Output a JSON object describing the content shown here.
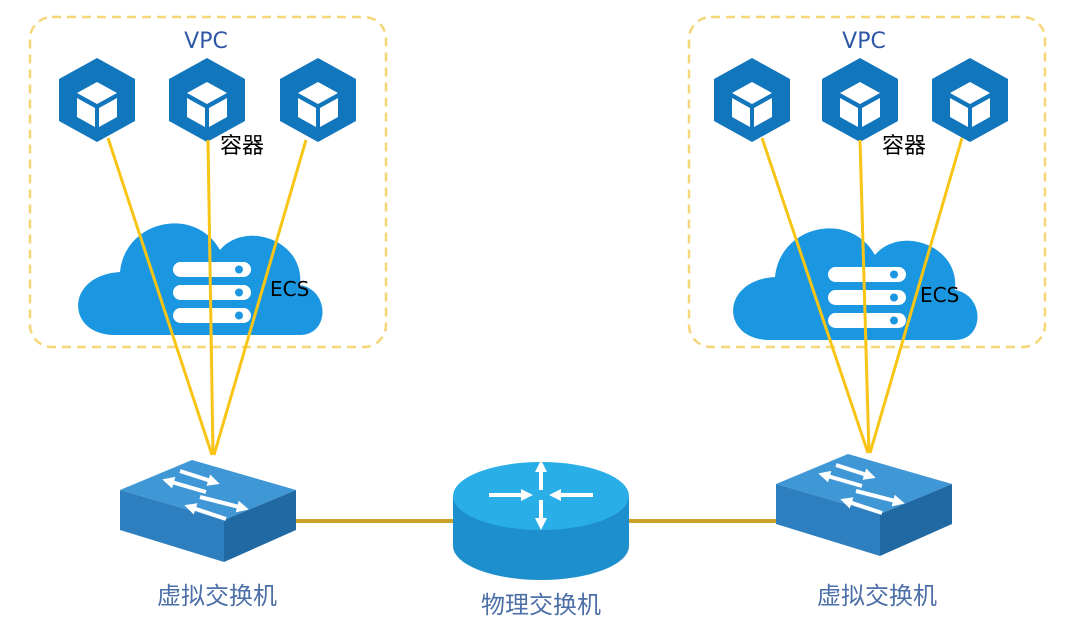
{
  "left_vpc": {
    "title": "VPC",
    "container_label": "容器",
    "ecs_label": "ECS"
  },
  "right_vpc": {
    "title": "VPC",
    "container_label": "容器",
    "ecs_label": "ECS"
  },
  "left_switch": {
    "label": "虚拟交换机"
  },
  "right_switch": {
    "label": "虚拟交换机"
  },
  "router": {
    "label": "物理交换机"
  },
  "colors": {
    "vpc_border": "#f5d77a",
    "hex_blue": "#1276bd",
    "cloud_blue": "#1a97e0",
    "connector_yellow": "#f8c516",
    "link_gold": "#c9a227",
    "switch_top": "#3f97d6",
    "switch_front": "#2e7fbf",
    "switch_side": "#2169a2",
    "router_top": "#29aee8",
    "router_side": "#1e8fcd",
    "label_blue": "#4d6fa8"
  }
}
